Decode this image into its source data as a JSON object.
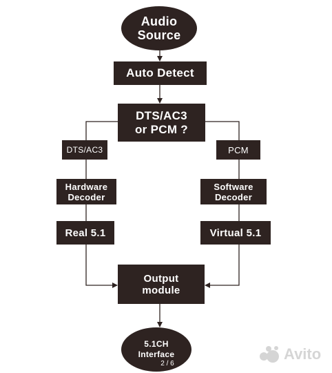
{
  "diagram": {
    "source": {
      "line1": "Audio",
      "line2": "Source"
    },
    "detect": "Auto Detect",
    "question": {
      "line1": "DTS/AC3",
      "line2": "or PCM ?"
    },
    "left_branch_label": "DTS/AC3",
    "right_branch_label": "PCM",
    "hardware_decoder": {
      "line1": "Hardware",
      "line2": "Decoder"
    },
    "software_decoder": {
      "line1": "Software",
      "line2": "Decoder"
    },
    "real_out": "Real 5.1",
    "virtual_out": "Virtual 5.1",
    "output_module": {
      "line1": "Output",
      "line2": "module"
    },
    "interface": {
      "line1": "5.1CH",
      "line2": "Interface"
    }
  },
  "page_indicator": "2 / 6",
  "watermark": {
    "text": "Avito",
    "icon": "avito-dots-icon"
  },
  "colors": {
    "box": "#2e2321",
    "line": "#2e2321",
    "text": "#ffffff",
    "background": "#ffffff"
  }
}
